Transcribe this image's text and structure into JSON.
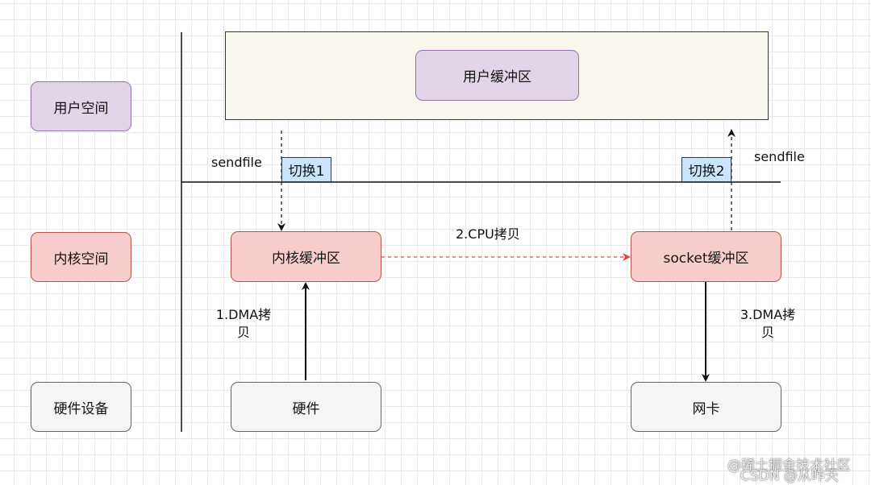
{
  "rows": {
    "user_space": "用户空间",
    "kernel_space": "内核空间",
    "hardware": "硬件设备"
  },
  "boxes": {
    "user_buffer": "用户缓冲区",
    "kernel_buffer": "内核缓冲区",
    "socket_buffer": "socket缓冲区",
    "hardware": "硬件",
    "nic": "网卡"
  },
  "switches": {
    "switch1": "切换1",
    "switch2": "切换2"
  },
  "syscalls": {
    "left": "sendfile",
    "right": "sendfile"
  },
  "steps": {
    "dma1": "1.DMA拷贝",
    "cpu2": "2.CPU拷贝",
    "dma3": "3.DMA拷贝"
  },
  "watermarks": {
    "juejin": "@稀土掘金技术社区",
    "csdn": "CSDN @从昨天"
  },
  "colors": {
    "user_fill": "#e1d5e7",
    "kernel_fill": "#f8cecc",
    "hardware_fill": "#f5f5f5",
    "user_area_fill": "#f9f7ed",
    "switch_fill": "#cce5ff",
    "cpu_copy_arrow": "#e84040"
  }
}
